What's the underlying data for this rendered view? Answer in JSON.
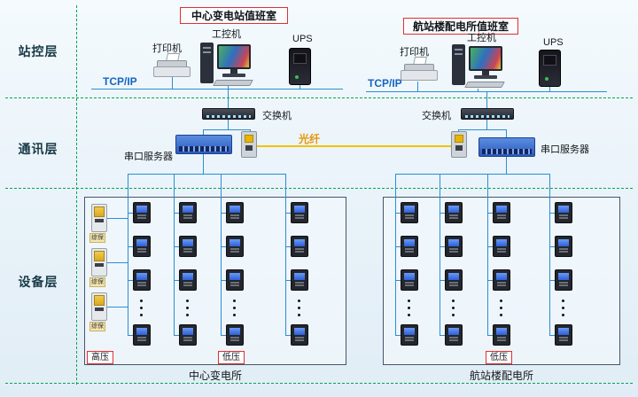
{
  "layers": {
    "station_control": "站控层",
    "communication": "通讯层",
    "device": "设备层"
  },
  "left": {
    "room_title": "中心变电站值班室",
    "pc_label": "工控机",
    "printer_label": "打印机",
    "ups_label": "UPS",
    "tcpip_label": "TCP/IP",
    "switch_label": "交换机",
    "serial_server_label": "串口服务器",
    "protection_label": "综保",
    "hv_tag": "高压",
    "lv_tag": "低压",
    "station_name": "中心变电所"
  },
  "right": {
    "room_title": "航站楼配电所值班室",
    "pc_label": "工控机",
    "printer_label": "打印机",
    "ups_label": "UPS",
    "tcpip_label": "TCP/IP",
    "switch_label": "交换机",
    "serial_server_label": "串口服务器",
    "lv_tag": "低压",
    "station_name": "航站楼配电所"
  },
  "comm": {
    "fiber_label": "光纤"
  },
  "colors": {
    "background": "#e9f3fa",
    "separator_green": "#00a651",
    "network_line_blue": "#2a8fd0",
    "fiber_yellow": "#f2c200",
    "title_border_red": "#e03030",
    "tcpip_text_blue": "#1565c0",
    "fiber_text_orange": "#e8960a"
  }
}
